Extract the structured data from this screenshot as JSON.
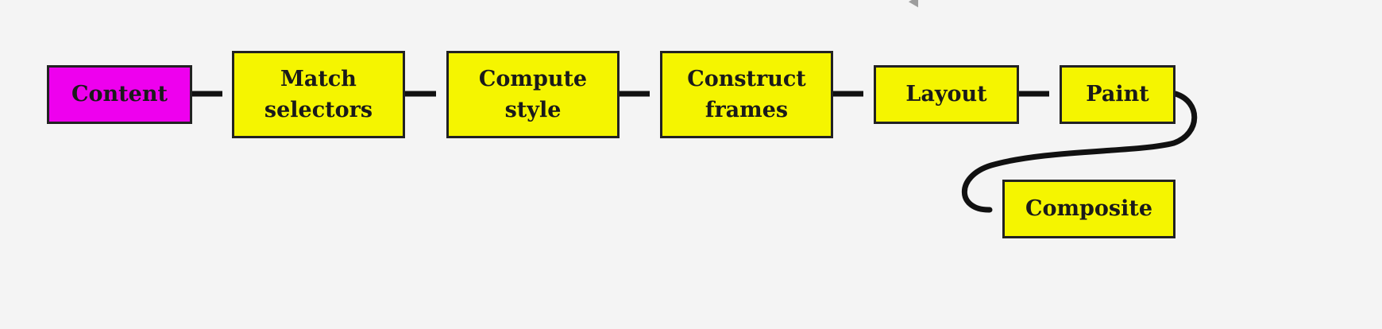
{
  "diagram": {
    "colors": {
      "start": "#ee00ee",
      "stage": "#f5f500",
      "border": "#222222",
      "background": "#f4f4f4"
    },
    "nodes": [
      {
        "id": "content",
        "label": "Content",
        "role": "start"
      },
      {
        "id": "match-selectors",
        "label": "Match\nselectors",
        "role": "stage"
      },
      {
        "id": "compute-style",
        "label": "Compute\nstyle",
        "role": "stage"
      },
      {
        "id": "construct-frames",
        "label": "Construct\nframes",
        "role": "stage"
      },
      {
        "id": "layout",
        "label": "Layout",
        "role": "stage"
      },
      {
        "id": "paint",
        "label": "Paint",
        "role": "stage"
      },
      {
        "id": "composite",
        "label": "Composite",
        "role": "stage"
      }
    ],
    "edges": [
      [
        "content",
        "match-selectors"
      ],
      [
        "match-selectors",
        "compute-style"
      ],
      [
        "compute-style",
        "construct-frames"
      ],
      [
        "construct-frames",
        "layout"
      ],
      [
        "layout",
        "paint"
      ],
      [
        "paint",
        "composite"
      ]
    ]
  }
}
